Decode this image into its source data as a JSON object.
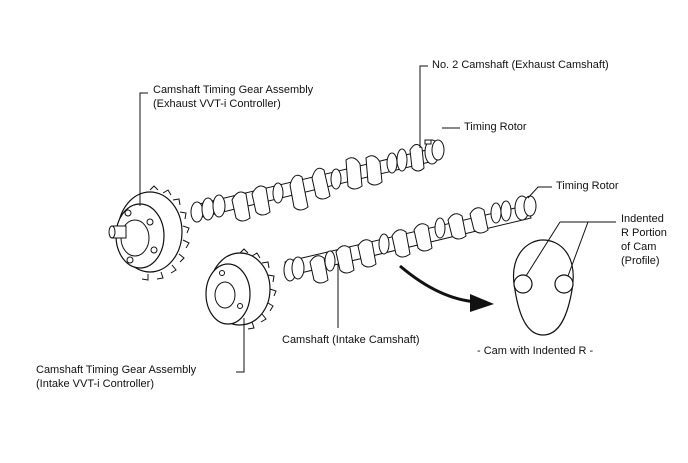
{
  "labels": {
    "exhaust_gear_line1": "Camshaft Timing Gear Assembly",
    "exhaust_gear_line2": "(Exhaust VVT-i Controller)",
    "exhaust_camshaft": "No. 2 Camshaft (Exhaust Camshaft)",
    "timing_rotor_upper": "Timing Rotor",
    "timing_rotor_lower": "Timing Rotor",
    "indented_line1": "Indented",
    "indented_line2": "R Portion",
    "indented_line3": "of Cam",
    "indented_line4": "(Profile)",
    "intake_camshaft": "Camshaft (Intake Camshaft)",
    "cam_caption": "- Cam with Indented R -",
    "intake_gear_line1": "Camshaft Timing Gear Assembly",
    "intake_gear_line2": "(Intake VVT-i Controller)"
  },
  "colors": {
    "ink": "#111111",
    "background": "#ffffff"
  }
}
